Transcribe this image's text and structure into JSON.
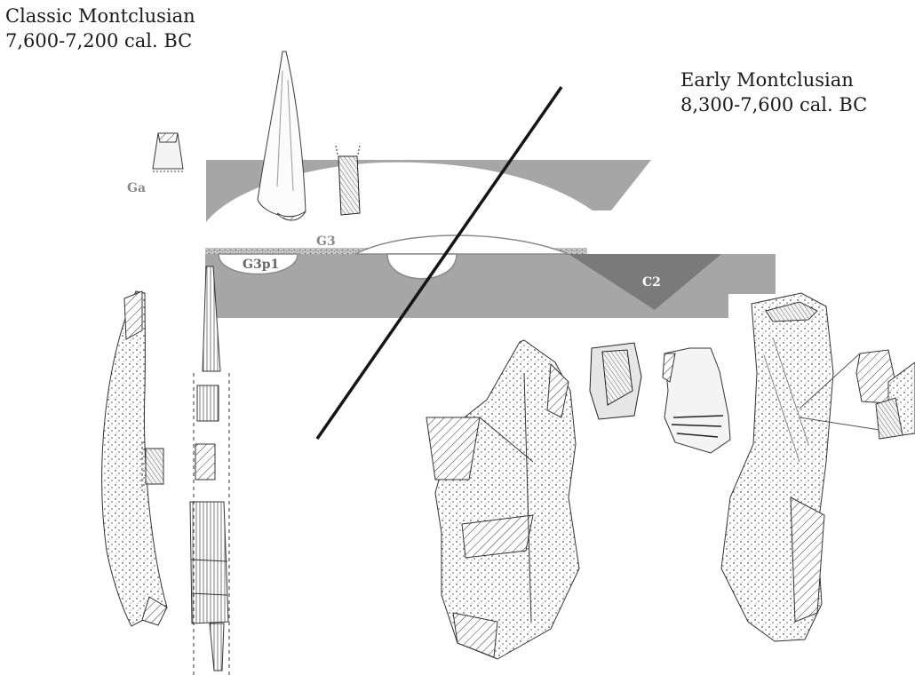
{
  "periods": {
    "classic": {
      "name": "Classic Montclusian",
      "dates": "7,600-7,200 cal. BC"
    },
    "early": {
      "name": "Early Montclusian",
      "dates": "8,300-7,600 cal. BC"
    }
  },
  "features": {
    "ga": "Ga",
    "g3": "G3",
    "g3p1": "G3p1",
    "c2": "C2"
  },
  "colors": {
    "layer_fill": "#a6a6a6",
    "pit_fill": "#7a7a7a",
    "feature_label": "#888888",
    "drawing_stroke": "#3a3a3a"
  }
}
